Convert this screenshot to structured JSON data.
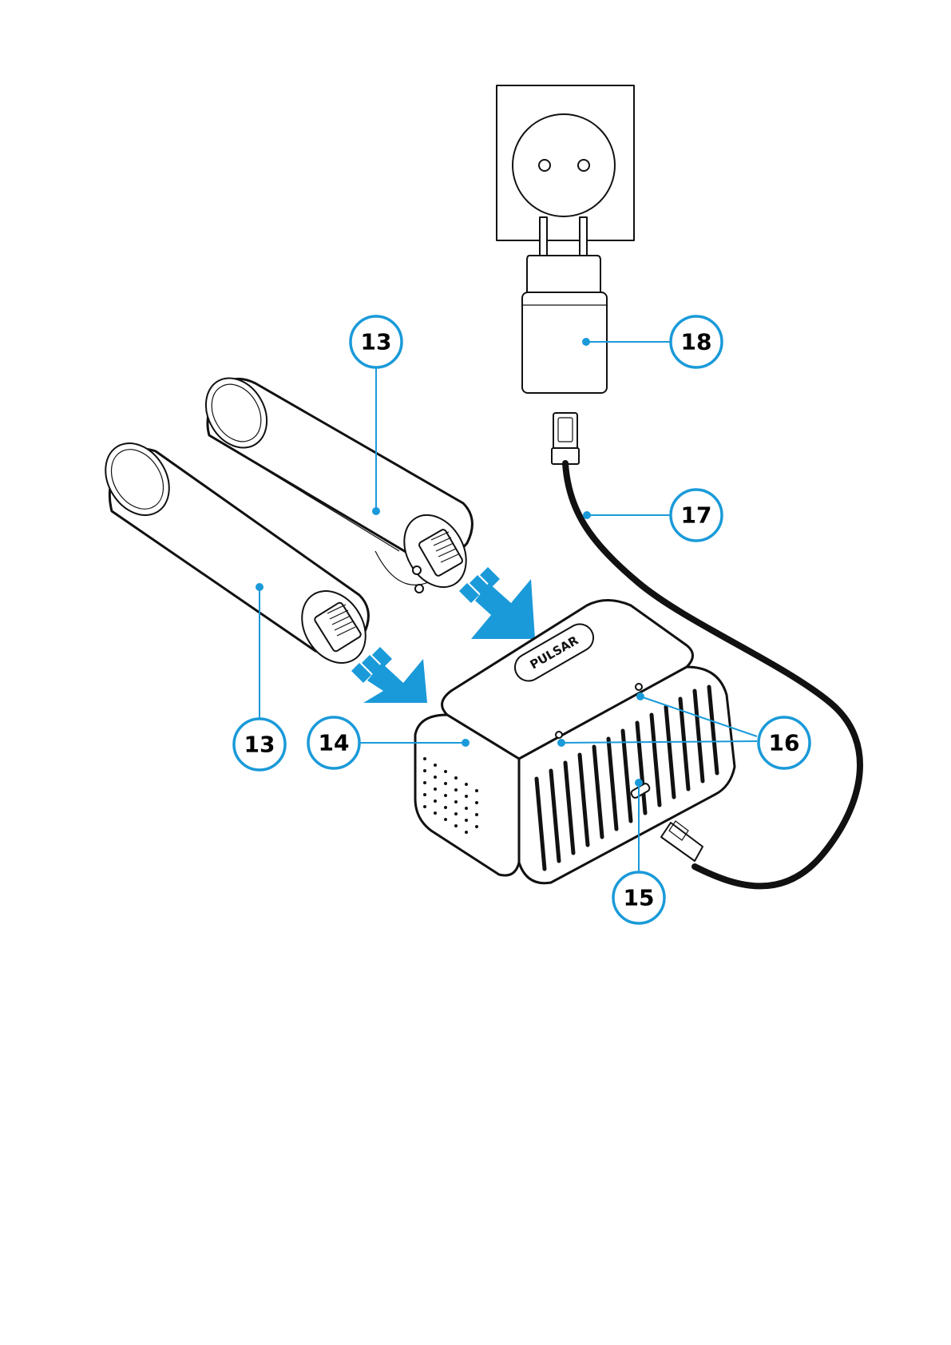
{
  "callouts": {
    "battery_top": "13",
    "battery_left": "13",
    "charger": "14",
    "usb_port": "15",
    "led_indicators": "16",
    "cable": "17",
    "adapter": "18"
  },
  "charger_logo_text": "PULSAR",
  "colors": {
    "accent": "#1a9ad9",
    "ink": "#111111",
    "background": "#ffffff"
  }
}
